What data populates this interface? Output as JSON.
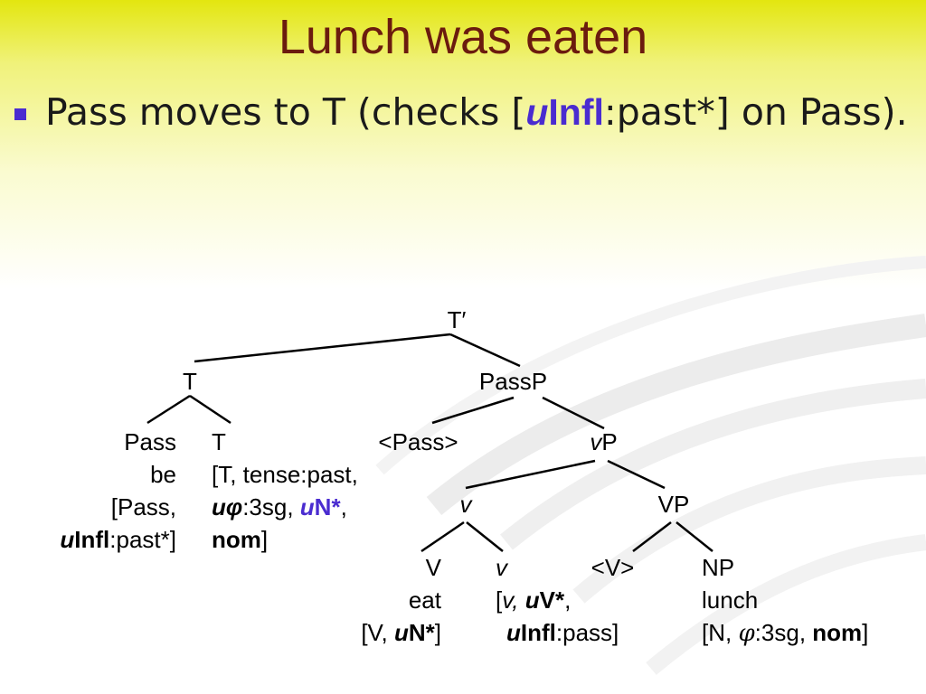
{
  "slide": {
    "title": "Lunch was eaten",
    "bullet": {
      "pre": "Pass moves to T (checks [",
      "feat_u": "u",
      "feat_name": "Infl",
      "post_colon": ":past*] on Pass)."
    }
  },
  "colors": {
    "title": "#6b1b0e",
    "accent": "#4a2cd0",
    "bullet": "#4a2cd0"
  },
  "tree": {
    "T_bar": "T′",
    "T": "T",
    "PassP": "PassP",
    "pass_node": {
      "line1": "Pass",
      "line2": "be",
      "line3": "[Pass,",
      "line4_u": "u",
      "line4_b": "Infl",
      "line4_rest": ":past*]"
    },
    "t_node": {
      "line1": "T",
      "line2": "[T, tense:past,",
      "line3_u": "uφ",
      "line3_mid": ":3sg, ",
      "line3_uN_u": "u",
      "line3_uN_N": "N*",
      "line3_end": ",",
      "line4_b": "nom",
      "line4_end": "]"
    },
    "pass_trace": "<Pass>",
    "vP_v": "v",
    "vP_P": "P",
    "v_little": "v",
    "VP": "VP",
    "V_node": {
      "line1": "V",
      "line2": "eat",
      "line3_pre": "[V, ",
      "line3_u": "u",
      "line3_N": "N*",
      "line3_end": "]"
    },
    "v2_node": {
      "line1": "v",
      "line2_pre": "[",
      "line2_v": "v,",
      "line2_sp": " ",
      "line2_u": "u",
      "line2_V": "V*",
      "line2_end": ",",
      "line3_u": "u",
      "line3_b": "Infl",
      "line3_rest": ":pass]"
    },
    "V_trace": "<V>",
    "NP_node": {
      "line1": "NP",
      "line2": "lunch",
      "line3_pre": "[N, ",
      "line3_phi": "φ",
      "line3_mid": ":3sg, ",
      "line3_b": "nom",
      "line3_end": "]"
    }
  }
}
